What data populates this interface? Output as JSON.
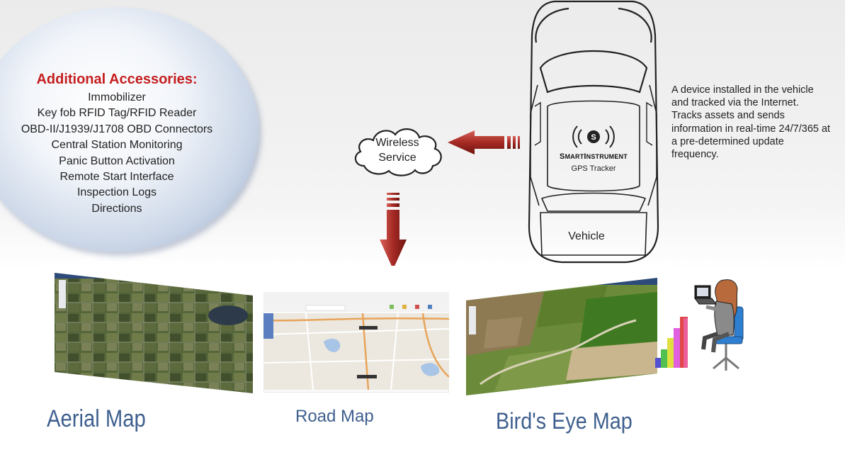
{
  "accessories": {
    "title": "Additional Accessories:",
    "items": [
      "Immobilizer",
      "Key fob RFID Tag/RFID Reader",
      "OBD-II/J1939/J1708 OBD Connectors",
      "Central Station Monitoring",
      "Panic Button Activation",
      "Remote Start Interface",
      "Inspection Logs",
      "Directions"
    ]
  },
  "wireless": {
    "line1": "Wireless",
    "line2": "Service"
  },
  "device": {
    "brand_initial_1": "S",
    "brand_rest_1": "MART",
    "brand_initial_2": "I",
    "brand_rest_2": "NSTRUMENT",
    "label": "GPS Tracker",
    "vehicle_label": "Vehicle"
  },
  "description": "A device installed in the vehicle and tracked via the Internet.  Tracks assets and sends information in real-time 24/7/365 at a pre-determined update frequency.",
  "maps": [
    {
      "label": "Aerial Map"
    },
    {
      "label": "Road Map"
    },
    {
      "label": "Bird's Eye Map"
    }
  ],
  "colors": {
    "accent_red": "#c41f1f",
    "arrow_red": "#a52a24",
    "map_label_blue": "#3e5f8e",
    "bubble_blue": "#7f98c0"
  },
  "icons": {
    "signal": "wireless-signal-icon",
    "cloud": "cloud-icon",
    "person": "person-with-laptop-icon",
    "bar_chart": "bar-chart-icon"
  }
}
